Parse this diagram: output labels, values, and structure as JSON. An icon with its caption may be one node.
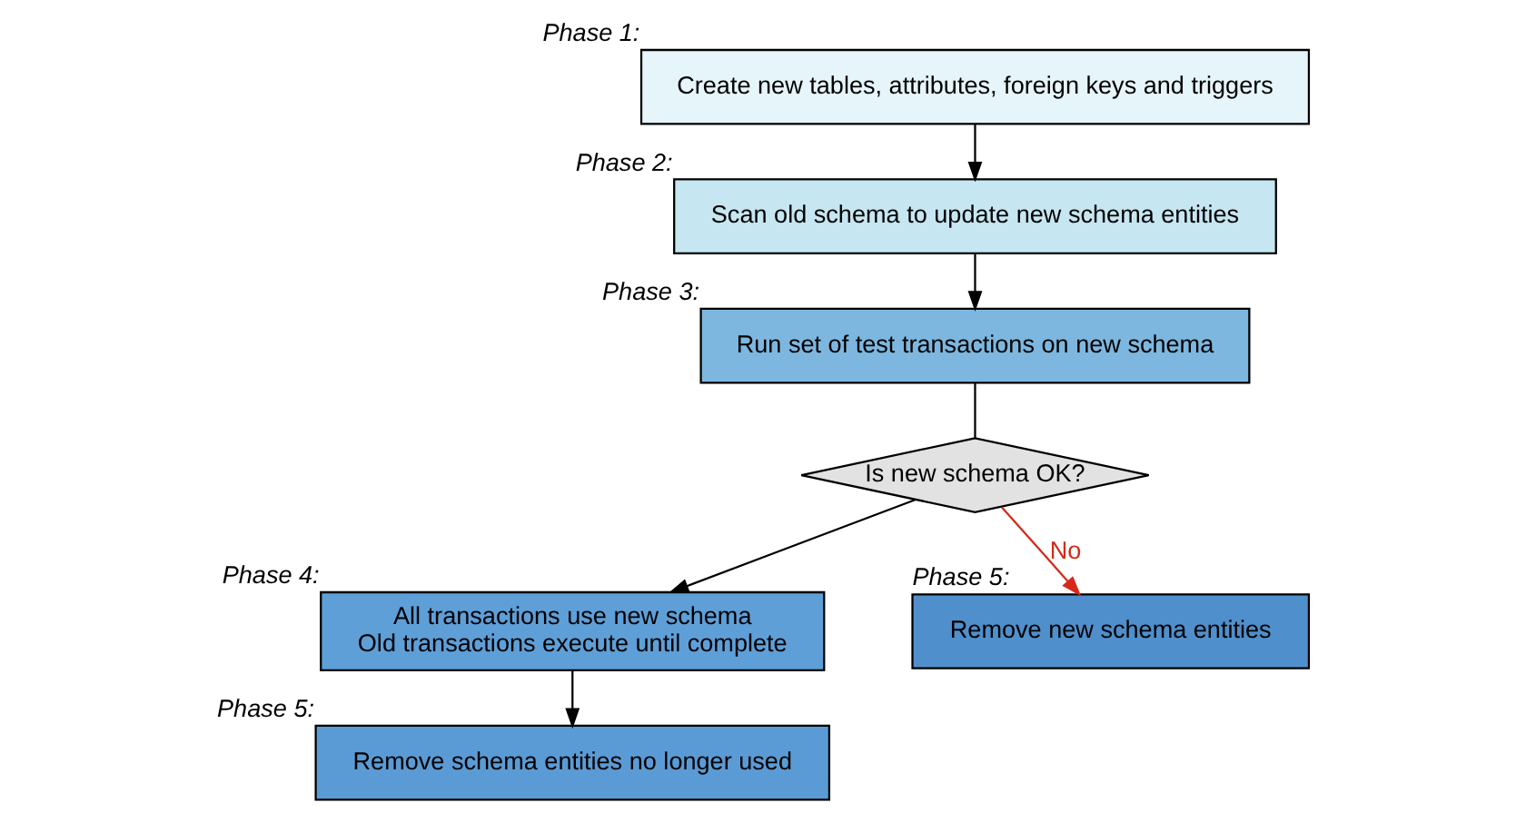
{
  "diagram": {
    "nodes": [
      {
        "text": [
          "Create new tables, attributes, foreign keys and triggers"
        ],
        "beside": [
          "Phase 1:"
        ]
      },
      {
        "text": [
          "Scan old schema to update new schema entities"
        ],
        "beside": [
          "Phase 2:"
        ]
      },
      {
        "text": [
          "Run set of test transactions on new schema"
        ],
        "beside": [
          "Phase 3:"
        ]
      },
      {
        "text": [
          "Is new schema OK?"
        ]
      },
      {
        "text": [
          "All transactions use new schema",
          "Old transactions execute until complete"
        ],
        "beside": [
          "Phase 4:"
        ]
      },
      {
        "text": [
          "Remove new schema entities"
        ],
        "beside": [
          "Phase 5:"
        ]
      },
      {
        "text": [
          "Remove schema entities no longer used"
        ],
        "beside": [
          "Phase 5:"
        ]
      }
    ],
    "edges": [
      {
        "from": 0,
        "to": 1,
        "arrow": "to"
      },
      {
        "from": 1,
        "to": 2,
        "arrow": "to"
      },
      {
        "from": 2,
        "to": 3,
        "arrow": "none"
      },
      {
        "from": 3,
        "to": 4,
        "arrow": "to"
      },
      {
        "from": 3,
        "to": 5,
        "label": "No",
        "arrow": "to",
        "color": "#d42a1a"
      },
      {
        "from": 4,
        "to": 6,
        "arrow": "to"
      }
    ]
  }
}
